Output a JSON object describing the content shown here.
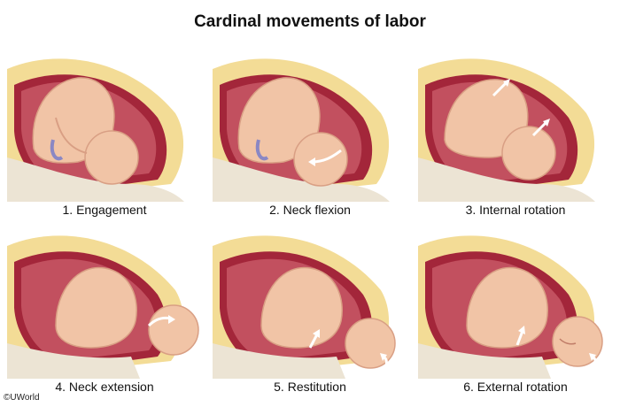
{
  "title": "Cardinal movements of labor",
  "copyright": "©UWorld",
  "colors": {
    "skin": "#f1c4a6",
    "skin_shade": "#d99f84",
    "uterus": "#a3263a",
    "uterus_inner": "#c2505f",
    "fat": "#f3dc96",
    "bone": "#ece4d4",
    "arrow": "#ffffff"
  },
  "panels": [
    {
      "label": "1. Engagement",
      "stage": 1
    },
    {
      "label": "2. Neck flexion",
      "stage": 2
    },
    {
      "label": "3. Internal rotation",
      "stage": 3
    },
    {
      "label": "4. Neck extension",
      "stage": 4
    },
    {
      "label": "5. Restitution",
      "stage": 5
    },
    {
      "label": "6. External rotation",
      "stage": 6
    }
  ]
}
